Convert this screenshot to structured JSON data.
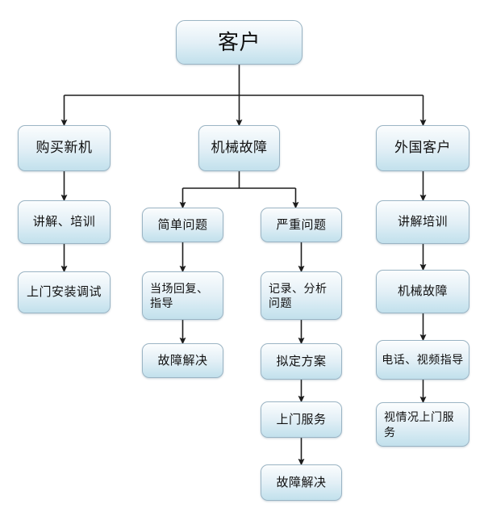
{
  "diagram": {
    "title_node": {
      "label": "客户"
    },
    "branches": [
      {
        "name": "purchase-branch",
        "head": {
          "label": "购买新机"
        },
        "steps": [
          {
            "label": "讲解、培训"
          },
          {
            "label": "上门安装调试"
          }
        ]
      },
      {
        "name": "mechanical-fault-branch",
        "head": {
          "label": "机械故障"
        },
        "sub_branches": [
          {
            "name": "simple-problem",
            "head": {
              "label": "简单问题"
            },
            "steps": [
              {
                "label": "当场回复、指导"
              },
              {
                "label": "故障解决"
              }
            ]
          },
          {
            "name": "serious-problem",
            "head": {
              "label": "严重问题"
            },
            "steps": [
              {
                "label": "记录、分析问题"
              },
              {
                "label": "拟定方案"
              },
              {
                "label": "上门服务"
              },
              {
                "label": "故障解决"
              }
            ]
          }
        ]
      },
      {
        "name": "foreign-customer-branch",
        "head": {
          "label": "外国客户"
        },
        "steps": [
          {
            "label": "讲解培训"
          },
          {
            "label": "机械故障"
          },
          {
            "label": "电话、视频指导"
          },
          {
            "label": "视情况上门服务"
          }
        ]
      }
    ],
    "colors": {
      "node_border": "#9ab4c4",
      "node_fill_top": "#fbfdfe",
      "node_fill_bottom": "#c2e0ec",
      "connector": "#1d1d1d",
      "background": "#ffffff",
      "text": "#111111"
    }
  }
}
